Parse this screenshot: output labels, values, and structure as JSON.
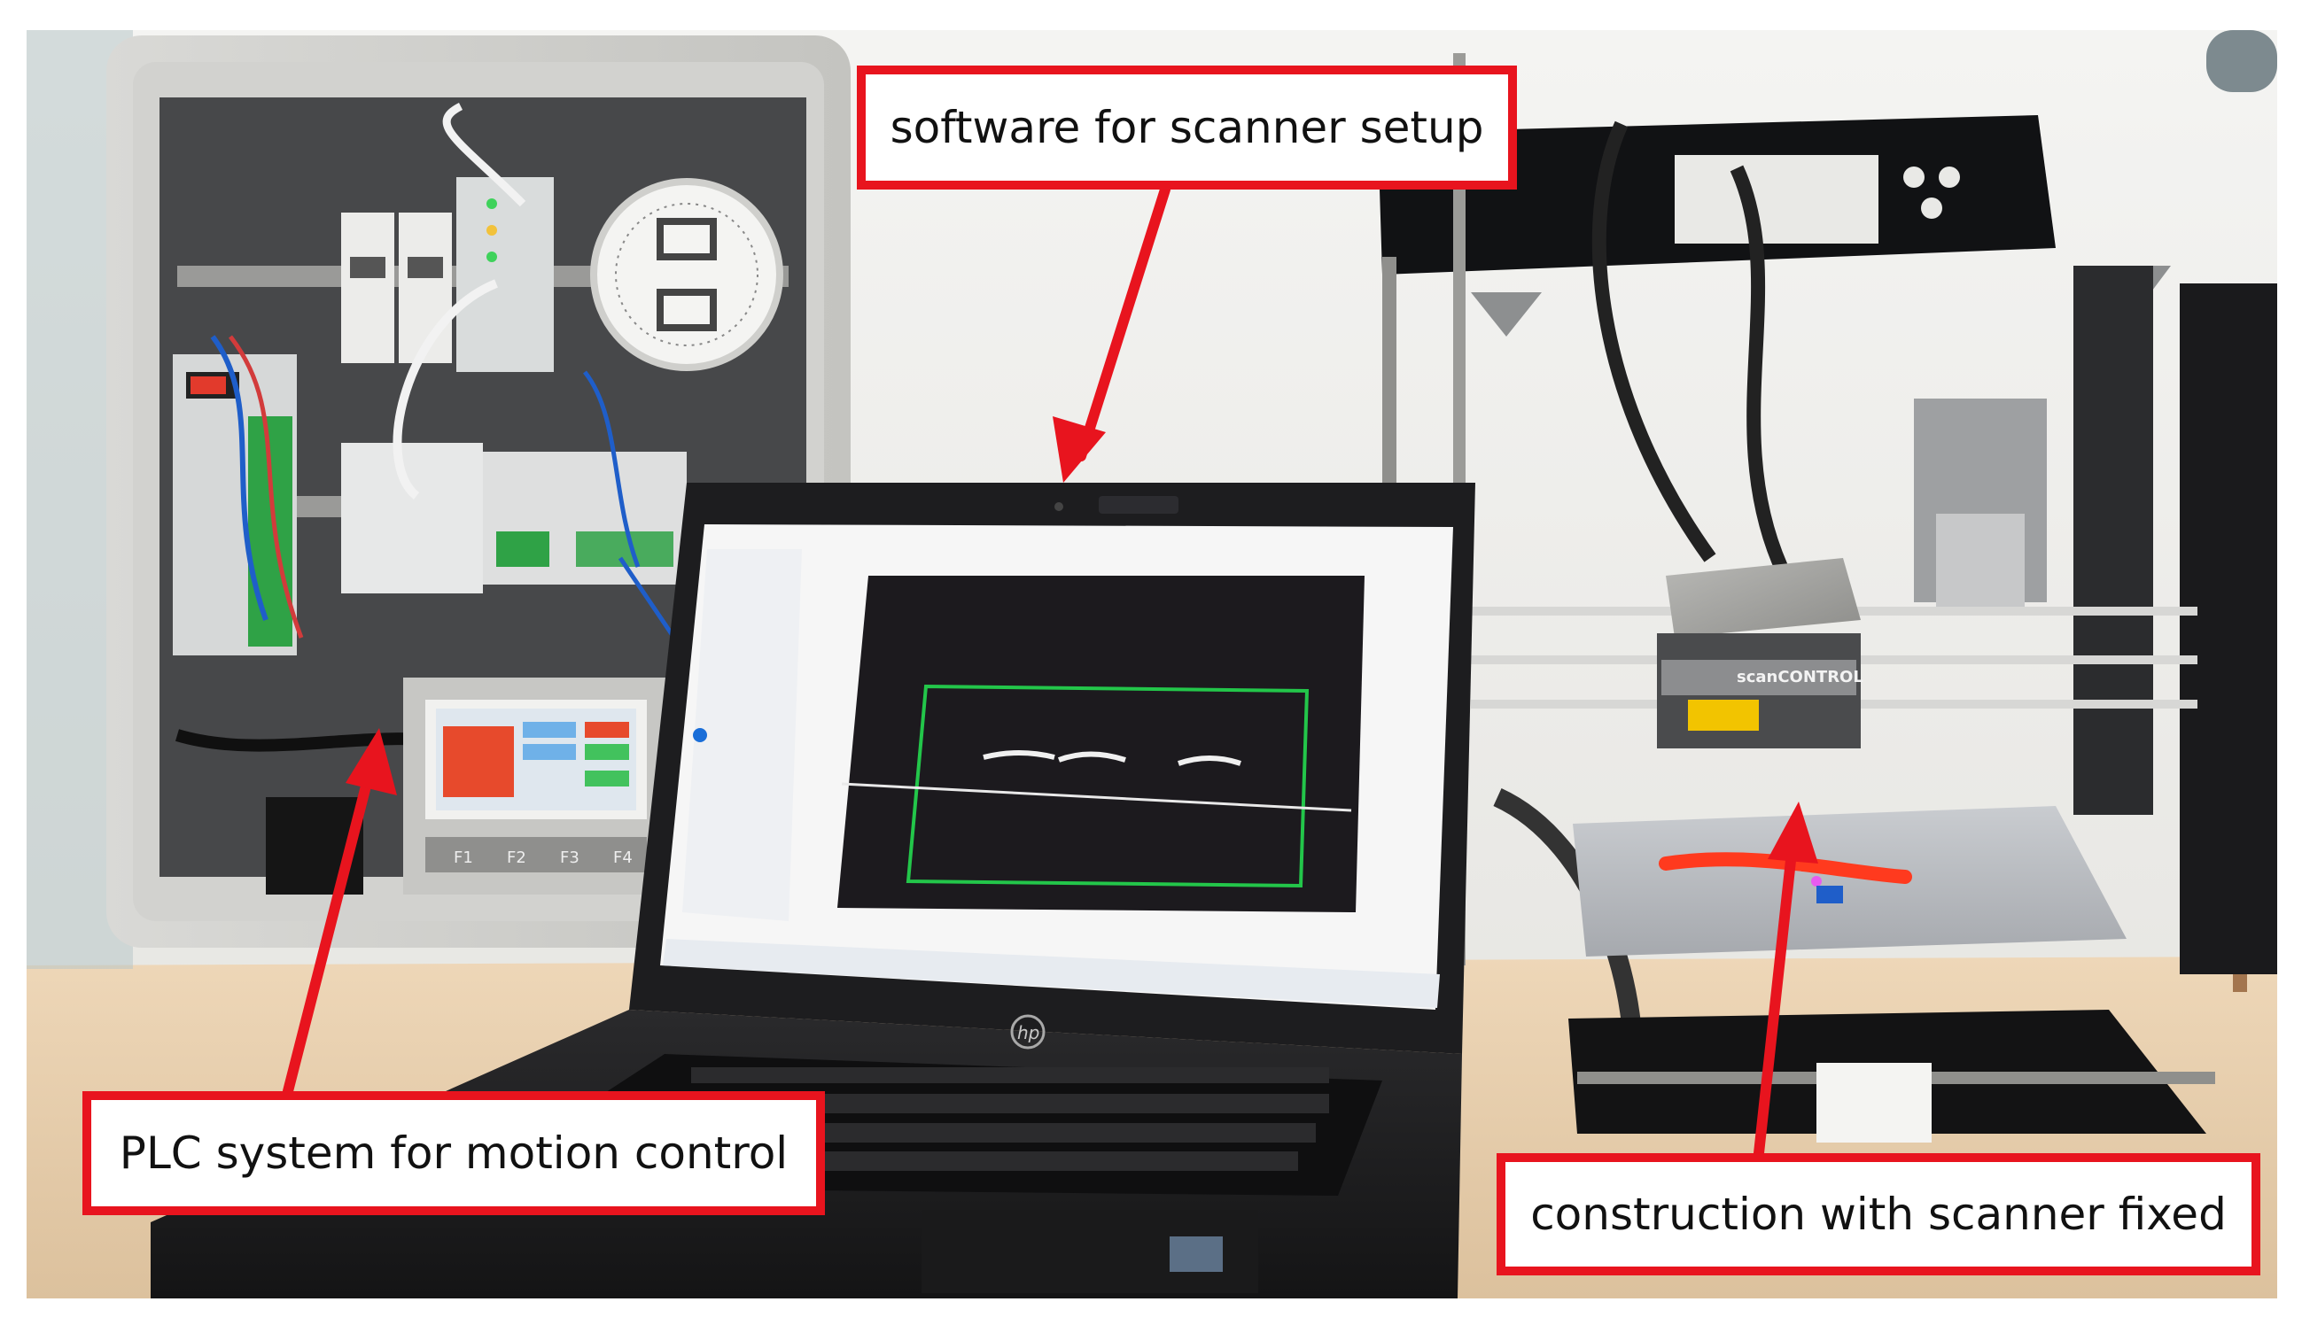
{
  "labels": {
    "software": "software for scanner setup",
    "plc": "PLC system for motion control",
    "construction": "construction with scanner fixed"
  },
  "device_text": {
    "laptop_brand": "hp",
    "scanner_brand": "scanCONTROL",
    "hmi_keys": [
      "F1",
      "F2",
      "F3",
      "F4"
    ]
  },
  "colors": {
    "annotation_red": "#e8141e",
    "wall": "#eeeeea",
    "desk": "#e9cfae",
    "screen_bg": "#1c1a1e",
    "roi_green": "#23c64a",
    "laser_red": "#ff3a1e"
  }
}
